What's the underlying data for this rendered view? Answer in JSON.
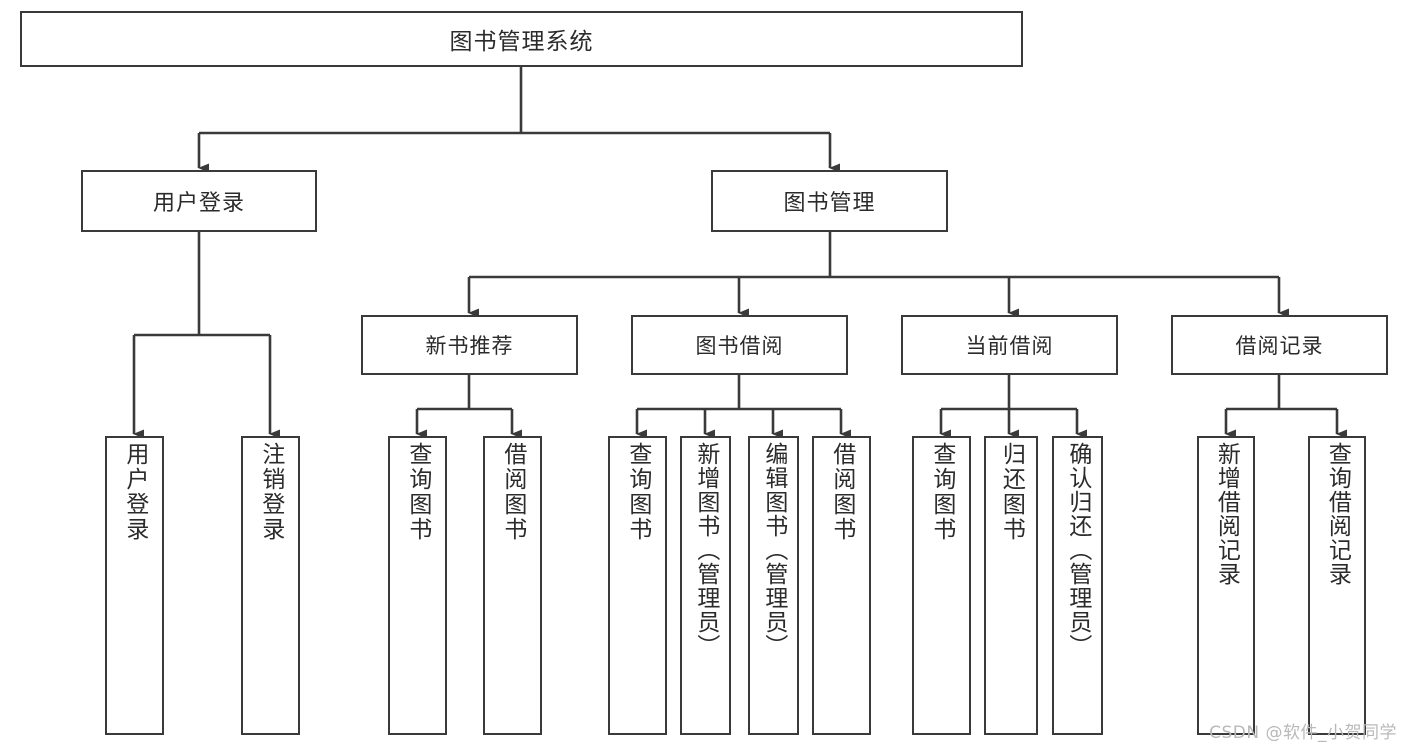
{
  "diagram": {
    "title": "图书管理系统",
    "type": "tree",
    "watermark": "CSDN @软件_小贺同学",
    "colors": {
      "stroke": "#3a3a3a",
      "fill": "#ffffff",
      "text": "#2b2b2b",
      "watermark": "#b9b9b9"
    },
    "root": {
      "label": "图书管理系统"
    },
    "level1": [
      {
        "label": "用户登录"
      },
      {
        "label": "图书管理"
      }
    ],
    "level2": [
      {
        "label": "新书推荐"
      },
      {
        "label": "图书借阅"
      },
      {
        "label": "当前借阅"
      },
      {
        "label": "借阅记录"
      }
    ],
    "leaves": {
      "user_login": [
        {
          "label": "用户登录"
        },
        {
          "label": "注销登录"
        }
      ],
      "new_book": [
        {
          "label": "查询图书"
        },
        {
          "label": "借阅图书"
        }
      ],
      "book_borrow": [
        {
          "label": "查询图书"
        },
        {
          "label": "新增图书（管理员）"
        },
        {
          "label": "编辑图书（管理员）"
        },
        {
          "label": "借阅图书"
        }
      ],
      "current_borrow": [
        {
          "label": "查询图书"
        },
        {
          "label": "归还图书"
        },
        {
          "label": "确认归还（管理员）"
        }
      ],
      "borrow_record": [
        {
          "label": "新增借阅记录"
        },
        {
          "label": "查询借阅记录"
        }
      ]
    }
  }
}
